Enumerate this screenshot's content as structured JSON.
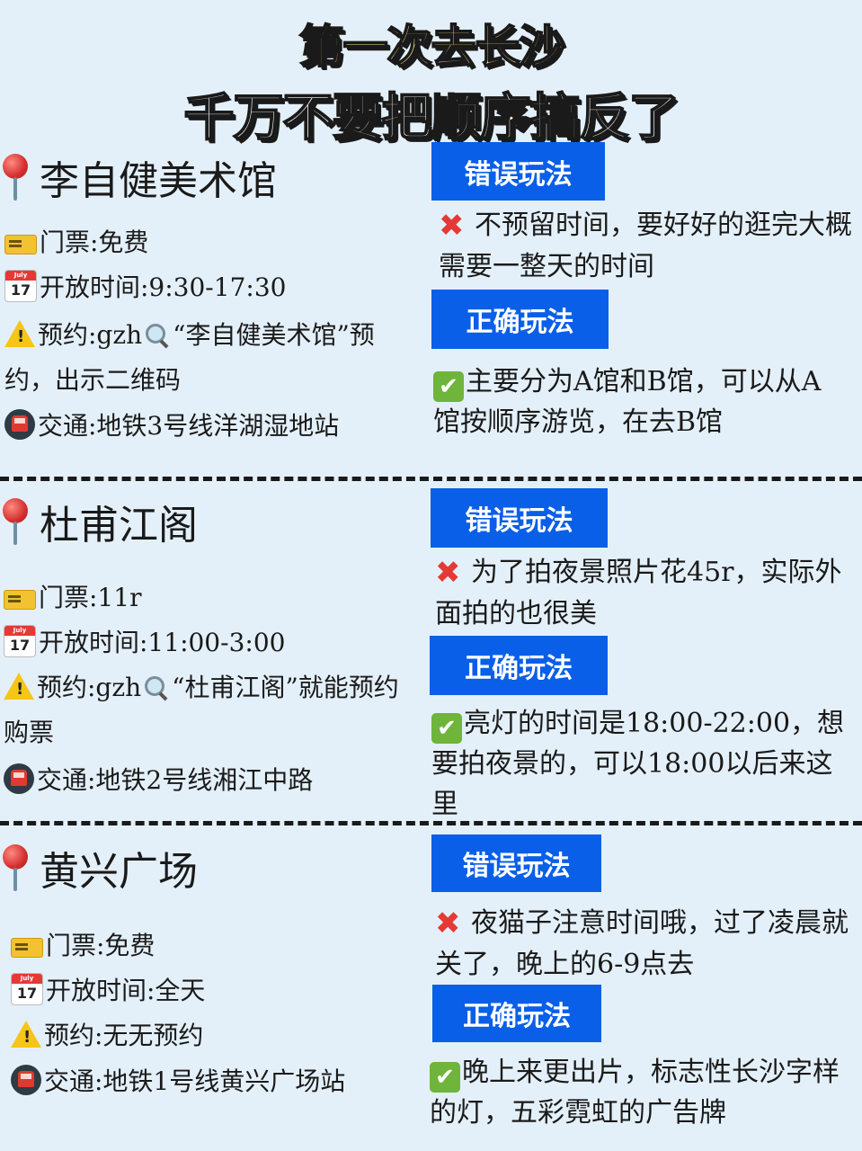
{
  "header": {
    "title_line1": "第一次去长沙",
    "title_line2": "千万不要把顺序搞反了"
  },
  "labels": {
    "wrong_label": "错误玩法",
    "right_label": "正确玩法"
  },
  "icons": {
    "pin": "round-pushpin-icon",
    "ticket": "ticket-icon",
    "calendar": "calendar-icon",
    "warning": "warning-icon",
    "search": "magnifier-icon",
    "metro": "metro-icon",
    "cross": "cross-mark-icon",
    "check": "check-mark-icon"
  },
  "calendar_icon": {
    "month": "July",
    "day": "17"
  },
  "colors": {
    "background": "#e4f0f9",
    "label_bg": "#0a5fe8",
    "title1_fill": "#f3e38a",
    "cross": "#e53935",
    "check": "#6fb43b"
  },
  "sections": [
    {
      "name": "李自健美术馆",
      "ticket": "门票:免费",
      "hours": "开放时间:9:30-17:30",
      "reserve_prefix": "预约:gzh",
      "reserve_suffix": "“李自健美术馆”预约，出示二维码",
      "transport": "交通:地铁3号线洋湖湿地站",
      "wrong": "不预留时间，要好好的逛完大概需要一整天的时间",
      "right": "主要分为A馆和B馆，可以从A馆按顺序游览，在去B馆"
    },
    {
      "name": "杜甫江阁",
      "ticket": "门票:11r",
      "hours": "开放时间:11:00-3:00",
      "reserve_prefix": "预约:gzh",
      "reserve_suffix": "“杜甫江阁”就能预约购票",
      "transport": "交通:地铁2号线湘江中路",
      "wrong": "为了拍夜景照片花45r，实际外面拍的也很美",
      "right": "亮灯的时间是18:00-22:00，想要拍夜景的，可以18:00以后来这里"
    },
    {
      "name": "黄兴广场",
      "ticket": "门票:免费",
      "hours": "开放时间:全天",
      "reserve_prefix": "预约:无无预约",
      "reserve_suffix": "",
      "transport": "交通:地铁1号线黄兴广场站",
      "wrong": "夜猫子注意时间哦，过了凌晨就关了，晚上的6-9点去",
      "right": "晚上来更出片，标志性长沙字样的灯，五彩霓虹的广告牌"
    }
  ]
}
